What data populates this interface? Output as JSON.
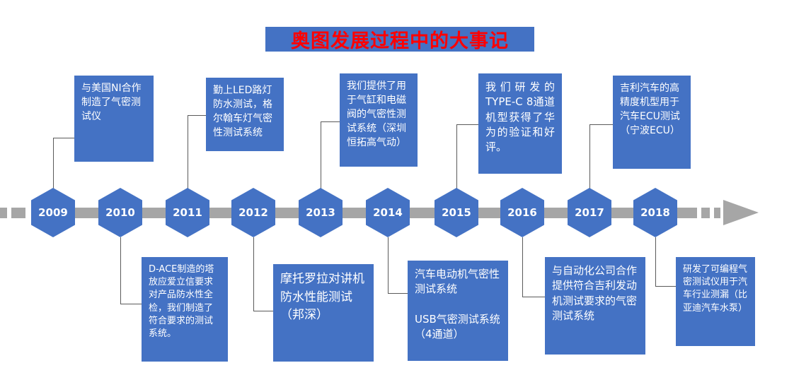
{
  "title": {
    "text": "奥图发展过程中的大事记"
  },
  "colors": {
    "primary_blue": "#4472C4",
    "timeline_gray": "#A6A6A6",
    "title_text_red": "#FF0000",
    "connector_gray": "#5A5A5A",
    "text_white": "#FFFFFF"
  },
  "milestones": [
    {
      "year": "2009",
      "text": "与美国NI合作制造了气密测试仪"
    },
    {
      "year": "2010",
      "text": "D-ACE制造的塔放应爱立信要求对产品防水性全检，我们制造了符合要求的测试系统。"
    },
    {
      "year": "2011",
      "text": "勤上LED路灯防水测试，格尔翰车灯气密性测试系统"
    },
    {
      "year": "2012",
      "text": "摩托罗拉对讲机防水性能测试（邦深）"
    },
    {
      "year": "2013",
      "text": "我们提供了用于气缸和电磁阀的气密性测试系统（深圳恒拓高气动）"
    },
    {
      "year": "2014",
      "text": "汽车电动机气密性测试系统\n\nUSB气密测试系统（4通道）"
    },
    {
      "year": "2015",
      "text": "我们研发的TYPE-C  8通道机型获得了华为的验证和好评。"
    },
    {
      "year": "2016",
      "text": "与自动化公司合作提供符合吉利发动机测试要求的气密测试系统"
    },
    {
      "year": "2017",
      "text": "吉利汽车的高精度机型用于汽车ECU测试（宁波ECU）"
    },
    {
      "year": "2018",
      "text": "研发了可编程气密测试仪用于汽车行业测漏（比亚迪汽车水泵）"
    }
  ]
}
